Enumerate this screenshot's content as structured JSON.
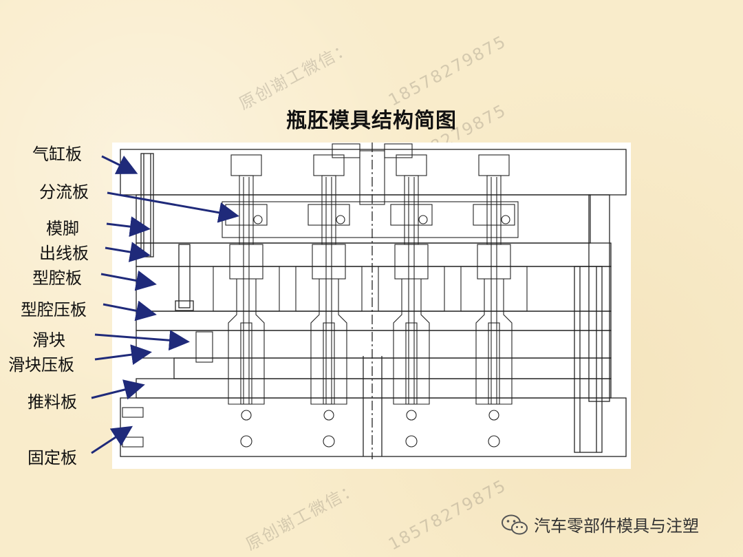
{
  "title": "瓶胚模具结构简图",
  "labels": [
    {
      "text": "气缸板"
    },
    {
      "text": "分流板"
    },
    {
      "text": "模脚"
    },
    {
      "text": "出线板"
    },
    {
      "text": "型腔板"
    },
    {
      "text": "型腔压板"
    },
    {
      "text": "滑块"
    },
    {
      "text": "滑块压板"
    },
    {
      "text": "推料板"
    },
    {
      "text": "固定板"
    }
  ],
  "watermark": {
    "name": "原创谢工微信：",
    "phone": "18578279875"
  },
  "brand": {
    "icon": "wechat-icon",
    "name": "汽车零部件模具与注塑"
  },
  "colors": {
    "background": "#f9eccb",
    "arrow": "#1f2a7a",
    "watermark": "#8a7f72"
  }
}
